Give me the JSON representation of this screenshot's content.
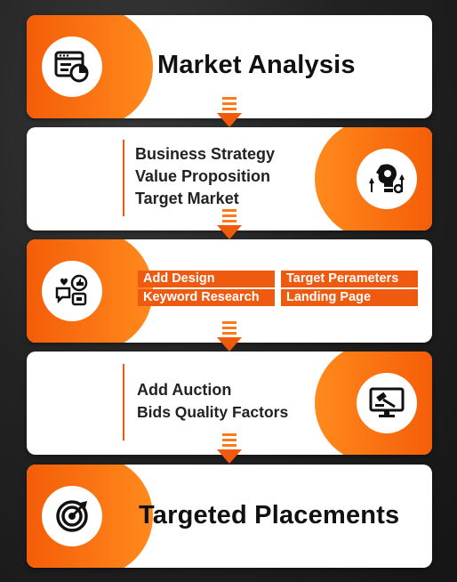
{
  "steps": [
    {
      "title": "Market Analysis",
      "icon": "analytics-window-icon"
    },
    {
      "lines": [
        "Business Strategy",
        "Value Proposition",
        "Target Market"
      ],
      "icon": "strategy-head-icon"
    },
    {
      "tags": [
        "Add Design",
        "Target Perameters",
        "Keyword Research",
        "Landing Page"
      ],
      "icon": "social-media-icon"
    },
    {
      "lines": [
        "Add Auction",
        "Bids Quality Factors"
      ],
      "icon": "auction-monitor-icon"
    },
    {
      "title": "Targeted Placements",
      "icon": "target-icon"
    }
  ],
  "colors": {
    "accent": "#f04a00",
    "accent_light": "#ff8a1c",
    "card": "#ffffff",
    "background": "#1e1e1e"
  }
}
